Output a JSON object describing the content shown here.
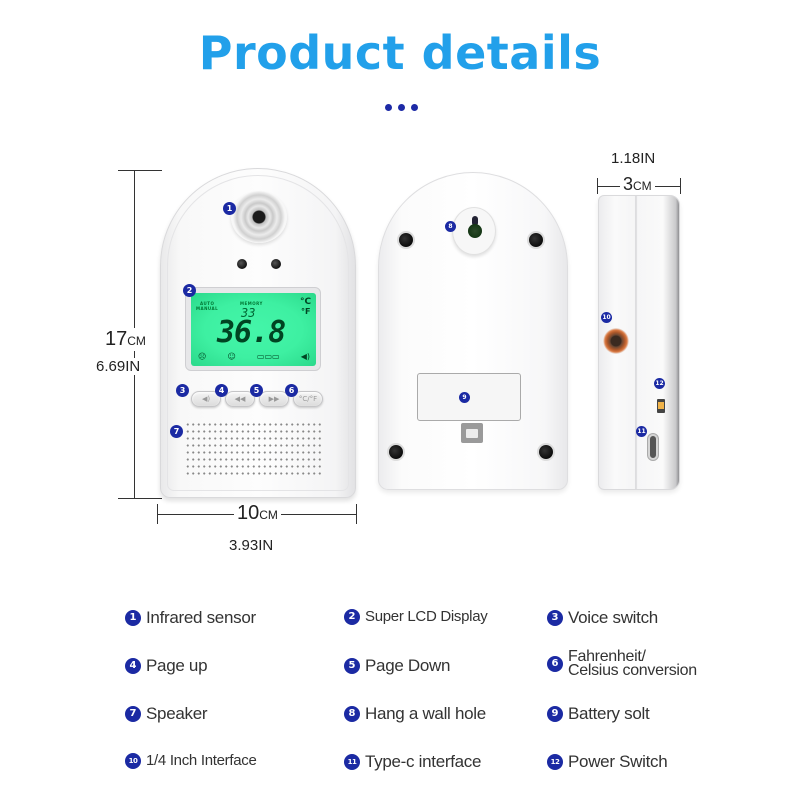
{
  "header": {
    "title": "Product details",
    "title_color": "#22a0ea",
    "dots_color": "#1d2aa6"
  },
  "dimensions": {
    "height_cm": "17",
    "height_cm_unit": "CM",
    "height_in": "6.69IN",
    "width_cm": "10",
    "width_cm_unit": "CM",
    "width_in": "3.93IN",
    "depth_in": "1.18IN",
    "depth_cm": "3",
    "depth_cm_unit": "CM"
  },
  "device_front": {
    "lcd": {
      "mode_auto": "AUTO",
      "mode_manual": "MANUAL",
      "memory_label": "MEMORY",
      "memory_value": "33",
      "temperature": "36.8",
      "unit_c": "°C",
      "unit_f": "°F",
      "status_icons": [
        "☹",
        "☺",
        "▭▭▭",
        "◀)"
      ]
    },
    "buttons": [
      {
        "label": "◀)",
        "icon": "voice-icon"
      },
      {
        "label": "◀◀",
        "icon": "page-up-icon"
      },
      {
        "label": "▶▶",
        "icon": "page-down-icon"
      },
      {
        "label": "°C/°F",
        "icon": "unit-toggle-icon"
      }
    ]
  },
  "callouts": [
    "1",
    "2",
    "3",
    "4",
    "5",
    "6",
    "7",
    "8",
    "9",
    "10",
    "11",
    "12"
  ],
  "legend": [
    {
      "num": "1",
      "label": "Infrared sensor"
    },
    {
      "num": "2",
      "label": "Super LCD Display"
    },
    {
      "num": "3",
      "label": "Voice switch"
    },
    {
      "num": "4",
      "label": "Page up"
    },
    {
      "num": "5",
      "label": "Page Down"
    },
    {
      "num": "6",
      "label": "Fahrenheit/\nCelsius conversion"
    },
    {
      "num": "7",
      "label": "Speaker"
    },
    {
      "num": "8",
      "label": "Hang a wall hole"
    },
    {
      "num": "9",
      "label": "Battery solt"
    },
    {
      "num": "10",
      "label": "1/4 Inch Interface"
    },
    {
      "num": "11",
      "label": "Type-c interface"
    },
    {
      "num": "12",
      "label": "Power Switch"
    }
  ]
}
